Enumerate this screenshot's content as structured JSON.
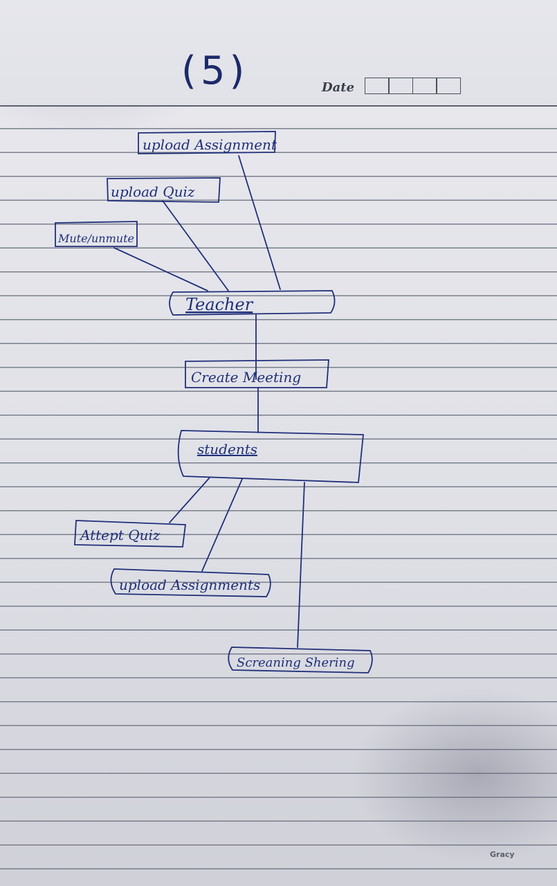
{
  "header": {
    "page_number": "(5)",
    "date_label": "Date"
  },
  "nodes": {
    "upload_assignment_teacher": "upload Assignment",
    "upload_quiz": "upload Quiz",
    "mute_unmute": "Mute/unmute",
    "teacher": "Teacher",
    "create_meeting": "Create Meeting",
    "students": "students",
    "attempt_quiz": "Attept Quiz",
    "upload_assignments_student": "upload Assignments",
    "screen_sharing": "Screaning Shering"
  },
  "footer": {
    "brand": "Gracy"
  },
  "colors": {
    "ink": "#1f2f7a",
    "rule_line": "#7a7f8c",
    "paper": "#e3e4ea"
  }
}
